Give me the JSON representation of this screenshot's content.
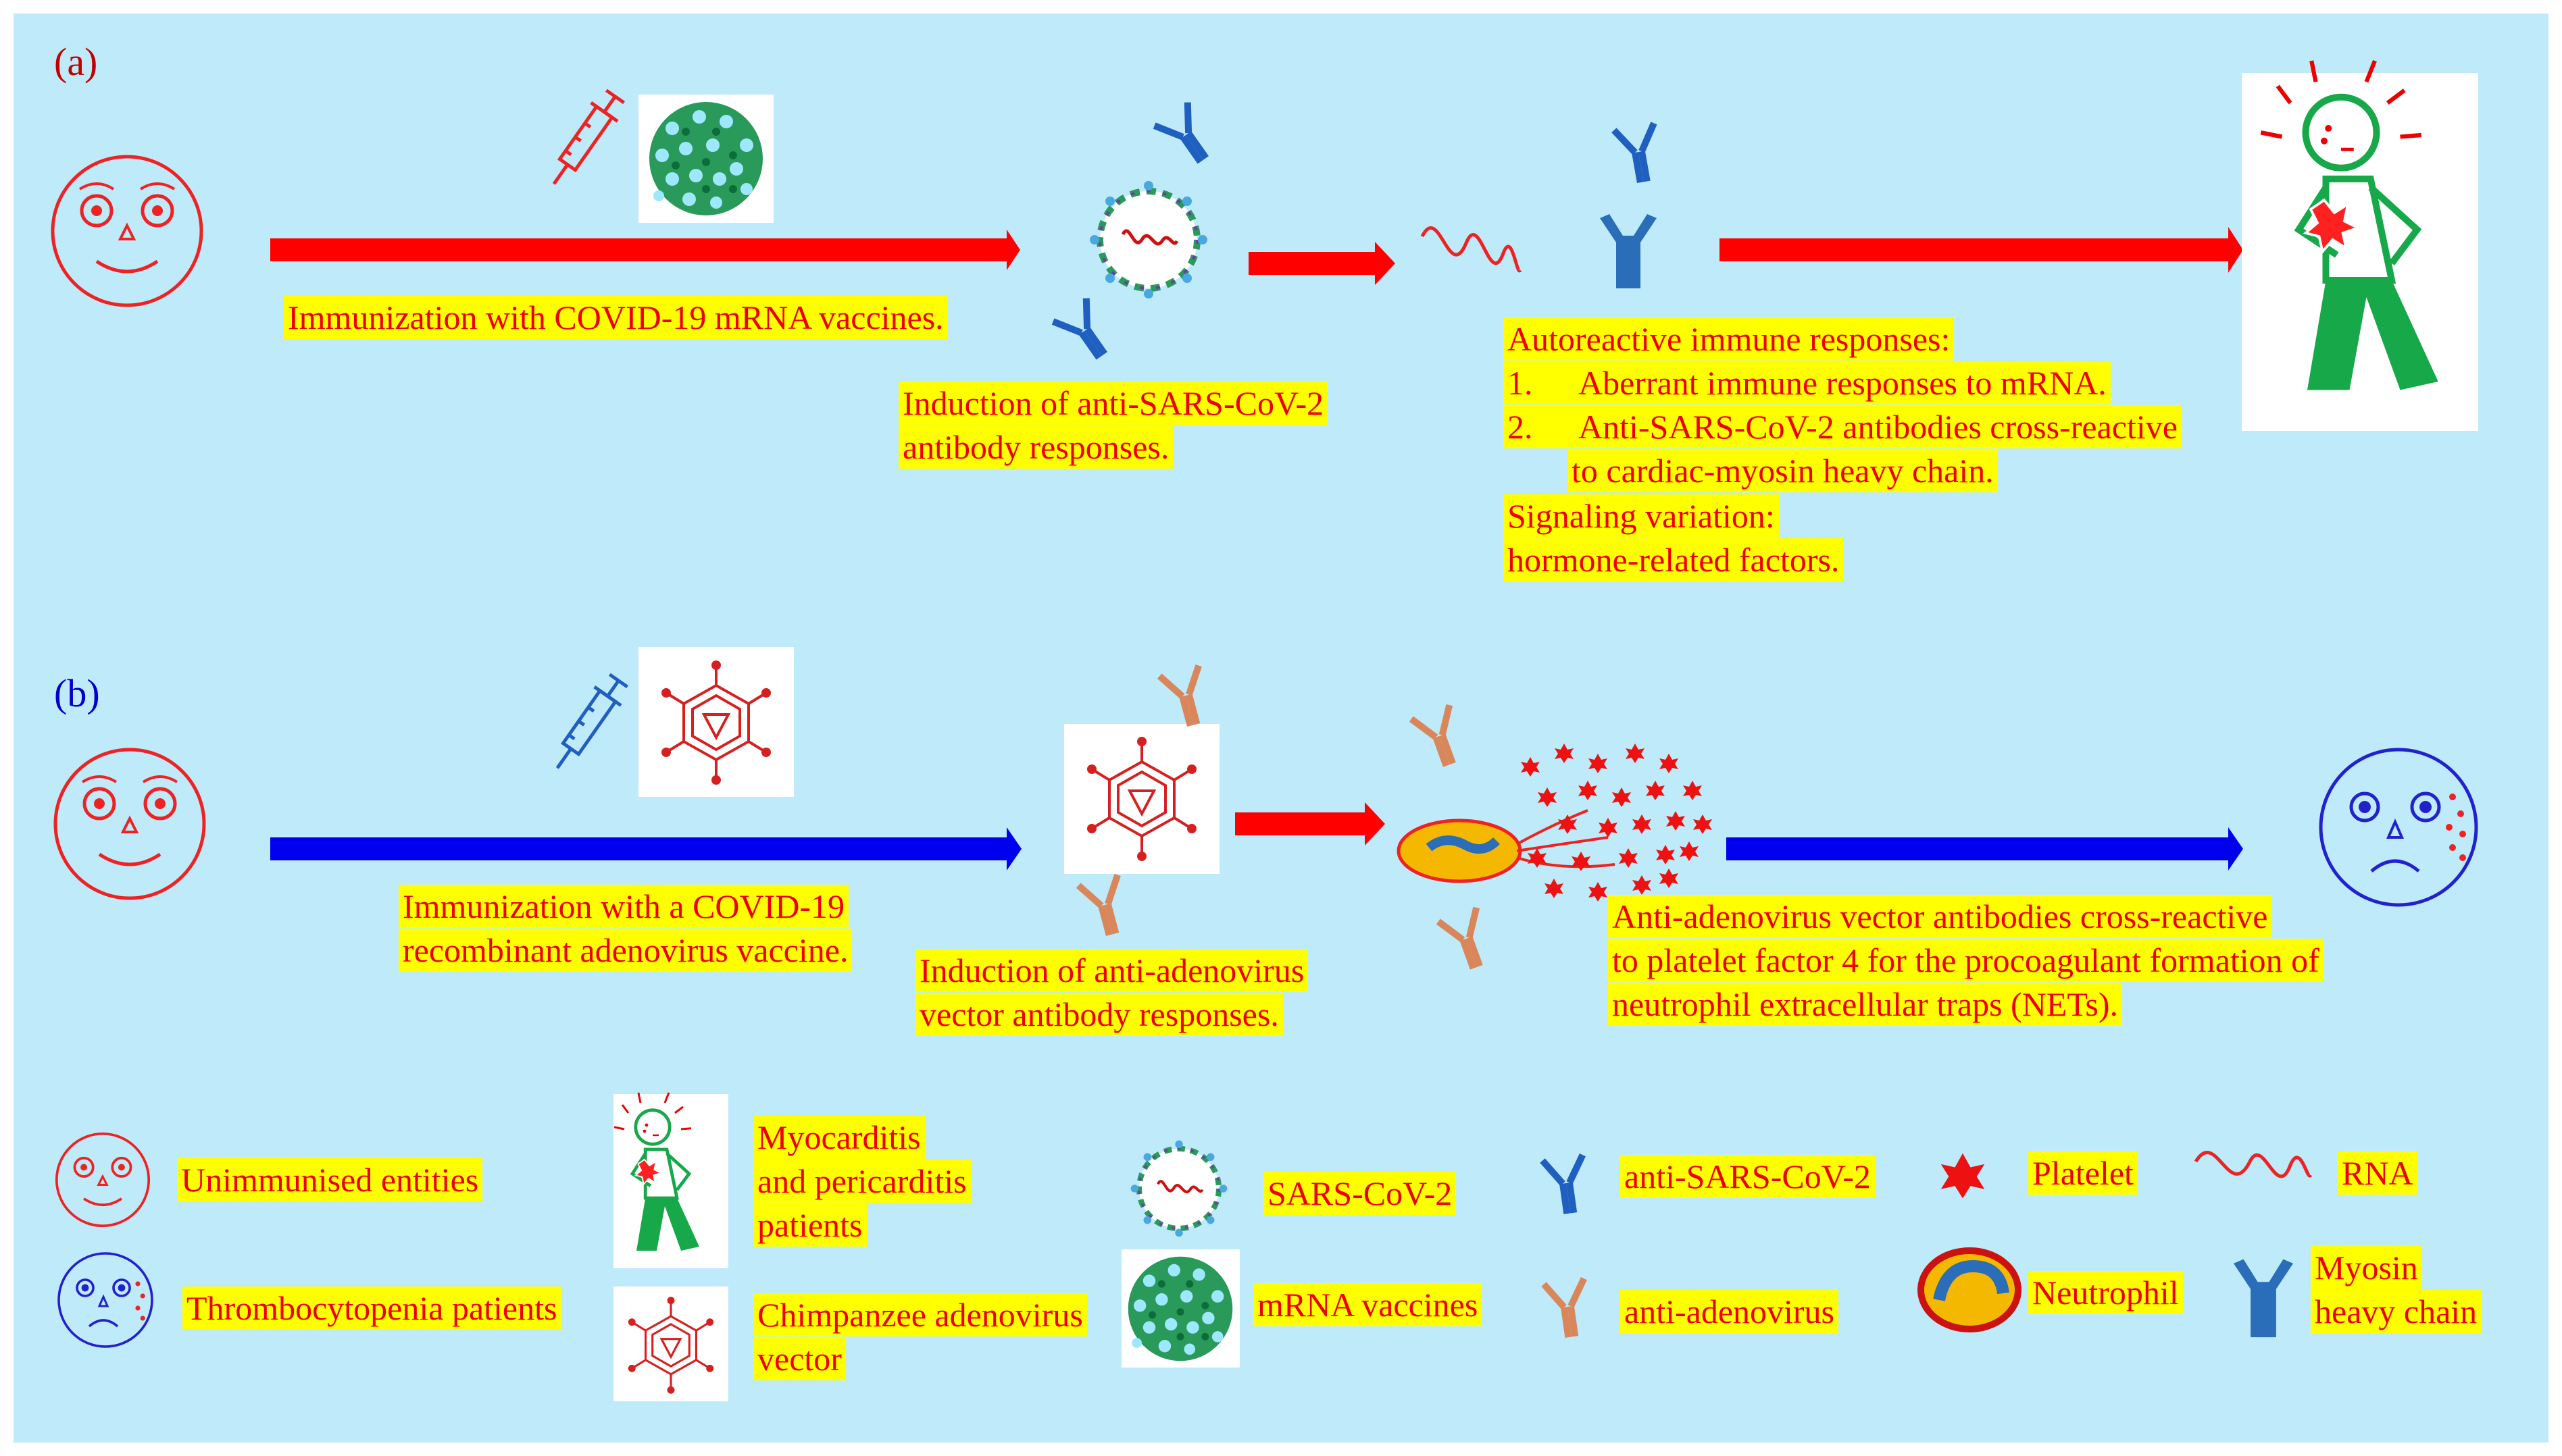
{
  "colors": {
    "background": "#bfeafa",
    "highlight": "#ffff00",
    "text_red": "#ee0000",
    "arrow_red": "#ff0000",
    "arrow_blue": "#0000ee",
    "label_a": "#c00000",
    "label_b": "#0000cc",
    "antibody_blue": "#1f5fbf",
    "antibody_orange": "#d9875a",
    "green": "#17a84a"
  },
  "panel_a": {
    "label": "(a)",
    "step1": "Immunization  with  COVID-19  mRNA  vaccines.",
    "step2": [
      "Induction  of anti-SARS-CoV-2",
      "antibody responses."
    ],
    "step3_heading": "Autoreactive  immune  responses:",
    "step3_items": [
      {
        "num": "1.",
        "text": "Aberrant  immune  responses to mRNA."
      },
      {
        "num": "2.",
        "text": "Anti-SARS-CoV-2  antibodies  cross-reactive"
      }
    ],
    "step3_continuation": "to cardiac-myosin  heavy  chain.",
    "signaling": [
      "Signaling  variation:",
      "hormone-related  factors."
    ]
  },
  "panel_b": {
    "label": "(b)",
    "step1": [
      "Immunization  with  a  COVID-19",
      "recombinant  adenovirus  vaccine."
    ],
    "step2": [
      "Induction  of  anti-adenovirus",
      "vector antibody responses."
    ],
    "step3": [
      "Anti-adenovirus  vector  antibodies  cross-reactive",
      "to platelet  factor 4 for the procoagulant formation  of",
      "neutrophil  extracellular  traps (NETs)."
    ]
  },
  "legend": {
    "unimmunised": "Unimmunised  entities",
    "thrombocytopenia": "Thrombocytopenia patients",
    "myocarditis": [
      "Myocarditis",
      "and pericarditis",
      "patients"
    ],
    "chimpanzee": [
      "Chimpanzee  adenovirus",
      "vector"
    ],
    "sars": "SARS-CoV-2",
    "mrna": "mRNA  vaccines",
    "anti_sars": "anti-SARS-CoV-2",
    "anti_adeno": "anti-adenovirus",
    "platelet": "Platelet",
    "neutrophil": "Neutrophil",
    "rna": "RNA",
    "myosin": [
      "Myosin",
      "heavy  chain"
    ]
  },
  "icons": [
    "happy-face-icon",
    "sad-face-icon",
    "syringe-icon",
    "mrna-vaccine-particle-icon",
    "sars-cov-2-virus-icon",
    "antibody-icon",
    "rna-strand-icon",
    "myosin-heavy-chain-icon",
    "patient-chest-pain-icon",
    "adenovirus-vector-icon",
    "platelet-icon",
    "neutrophil-icon"
  ]
}
